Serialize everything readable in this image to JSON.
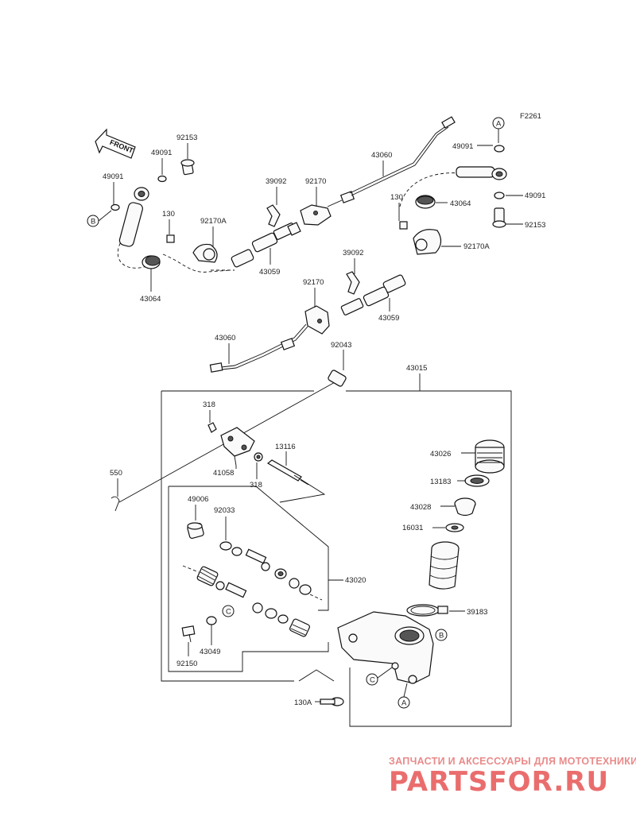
{
  "diagram_code": "F2261",
  "front_label": "FRONT",
  "callouts": [
    "A",
    "B",
    "C"
  ],
  "parts": {
    "p92153_l": "92153",
    "p49091_tl": "49091",
    "p49091_l": "49091",
    "p130_l": "130",
    "p92170A_l": "92170A",
    "p43064_l": "43064",
    "p39092_t": "39092",
    "p92170_t": "92170",
    "p43060_t": "43060",
    "p43059_l": "43059",
    "p130_r": "130",
    "p43064_r": "43064",
    "p49091_tr": "49091",
    "p49091_r": "49091",
    "p92153_r": "92153",
    "p92170A_r": "92170A",
    "p39092_m": "39092",
    "p92170_m": "92170",
    "p43059_m": "43059",
    "p43060_b": "43060",
    "p92043": "92043",
    "p43015": "43015",
    "p318_a": "318",
    "p41058": "41058",
    "p318_b": "318",
    "p13116": "13116",
    "p550": "550",
    "p49006": "49006",
    "p92033": "92033",
    "p43020": "43020",
    "p43049": "43049",
    "p92150": "92150",
    "p43026": "43026",
    "p13183": "13183",
    "p43028": "43028",
    "p16031": "16031",
    "p39183": "39183",
    "p130A": "130A"
  },
  "watermark": {
    "tagline": "ЗАПЧАСТИ И АКСЕССУАРЫ ДЛЯ МОТОТЕХНИКИ",
    "brand": "PARTSFOR.RU"
  }
}
